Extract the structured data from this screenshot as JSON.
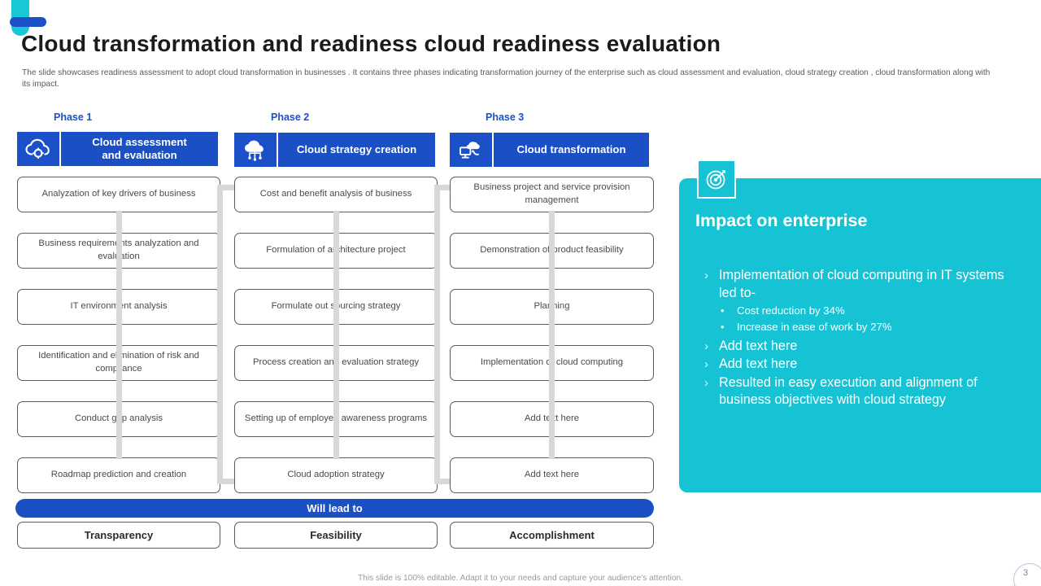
{
  "header": {
    "title": "Cloud transformation and readiness cloud readiness evaluation",
    "subtitle": "The slide showcases readiness assessment to adopt cloud transformation in businesses . It contains three phases indicating transformation journey of the enterprise such as cloud assessment and evaluation, cloud strategy creation ,  cloud transformation along with its impact."
  },
  "colors": {
    "brand_blue": "#1B4FC4",
    "brand_cyan": "#16C3D5",
    "box_border": "#5C5C5C",
    "connector_gray": "#D8D8D8",
    "text_gray": "#4A4A4A"
  },
  "phases": [
    {
      "label": "Phase 1",
      "title": "Cloud assessment\nand evaluation",
      "title_line1": "Cloud assessment",
      "title_line2": "and evaluation",
      "icon": "cloud-gear-icon",
      "steps": [
        "Analyzation of key drivers  of business",
        "Business requirements  analyzation and  evaluation",
        "IT environment  analysis",
        "Identification  and elimination of risk and compliance",
        "Conduct gap analysis",
        "Roadmap prediction and creation"
      ]
    },
    {
      "label": "Phase 2",
      "title": "Cloud strategy creation",
      "title_line1": "Cloud strategy creation",
      "title_line2": "",
      "icon": "cloud-network-icon",
      "steps": [
        "Cost and benefit analysis of business",
        "Formulation  of architecture project",
        "Formulate out sourcing strategy",
        "Process creation and evaluation  strategy",
        "Setting up of employee awareness  programs",
        "Cloud adoption  strategy"
      ]
    },
    {
      "label": "Phase 3",
      "title": "Cloud transformation",
      "title_line1": "Cloud transformation",
      "title_line2": "",
      "icon": "cloud-monitor-sync-icon",
      "steps": [
        "Business project and service provision  management",
        "Demonstration  of product feasibility",
        "Planning",
        "Implementation  of cloud computing",
        "Add text here",
        "Add text here"
      ]
    }
  ],
  "lead_to": {
    "label": "Will lead to",
    "outcomes": [
      "Transparency",
      "Feasibility",
      "Accomplishment"
    ]
  },
  "impact": {
    "icon": "target-arrow-icon",
    "title": "Impact on enterprise",
    "bullets": [
      {
        "text": "Implementation of cloud computing in  IT systems\nled to-",
        "sub": [
          "Cost reduction by 34%",
          "Increase  in ease of work by 27%"
        ]
      },
      {
        "text": "Add text here",
        "sub": []
      },
      {
        "text": "Add text here",
        "sub": []
      },
      {
        "text": "Resulted in easy execution and alignment of business objectives with  cloud strategy",
        "sub": []
      }
    ]
  },
  "footer": {
    "note": "This slide is 100% editable. Adapt it to your needs and capture your audience's attention.",
    "page_number": "3"
  }
}
